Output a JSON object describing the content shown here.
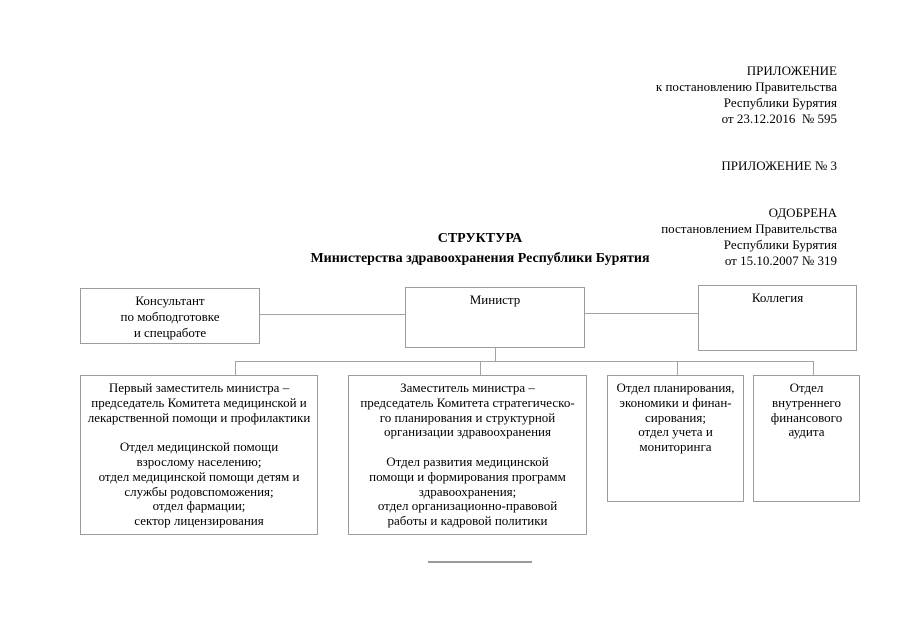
{
  "header": {
    "appendix": "ПРИЛОЖЕНИЕ\nк постановлению Правительства\nРеспублики Бурятия\nот 23.12.2016  № 595",
    "appendix_number": "ПРИЛОЖЕНИЕ № 3",
    "approved": "ОДОБРЕНА\nпостановлением Правительства\nРеспублики Бурятия\nот 15.10.2007 № 319"
  },
  "title": {
    "line1": "СТРУКТУРА",
    "line2": "Министерства здравоохранения Республики Бурятия"
  },
  "org": {
    "consultant": "Консультант\nпо мобподготовке\nи спецработе",
    "minister": "Министр",
    "collegium": "Коллегия",
    "first_deputy": "Первый заместитель министра –\nпредседатель Комитета медицинской и\nлекарственной помощи и профилактики\n\nОтдел медицинской помощи\nвзрослому населению;\nотдел медицинской помощи детям и\nслужбы родовспоможения;\nотдел фармации;\nсектор лицензирования",
    "deputy": "Заместитель министра –\nпредседатель Комитета стратегическо-\nго планирования и структурной\nорганизации здравоохранения\n\nОтдел развития медицинской\nпомощи и формирования программ\nздравоохранения;\nотдел организационно-правовой\nработы и кадровой политики",
    "planning": "Отдел планирования,\nэкономики и финан-\nсирования;\nотдел учета и\nмониторинга",
    "audit": "Отдел\nвнутреннего\nфинансового\nаудита"
  },
  "colors": {
    "page_background": "#ffffff",
    "box_border": "#9c9c9c",
    "connector_line": "#a3a3a3",
    "text": "#000000"
  }
}
